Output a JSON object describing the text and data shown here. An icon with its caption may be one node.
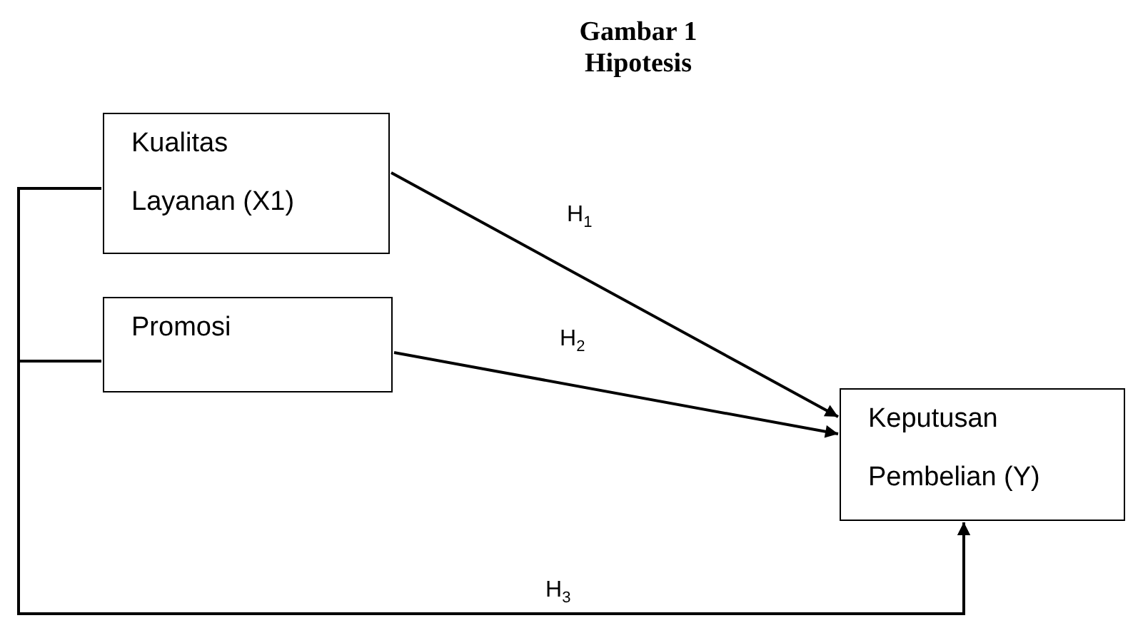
{
  "diagram": {
    "title": "Gambar 1 Hipotesis",
    "nodes": [
      {
        "text": [
          "Kualitas Layanan (X1)"
        ]
      },
      {
        "text": [
          "Promosi"
        ]
      },
      {
        "text": [
          "Keputusan Pembelian (Y)"
        ]
      }
    ],
    "edges": [
      {
        "from": 0,
        "to": 2,
        "arrow": "to",
        "label": "H$_{1}$"
      },
      {
        "from": 1,
        "to": 2,
        "arrow": "to",
        "label": "H$_{2}$"
      },
      {
        "from": 0,
        "to": 2,
        "arrow": "to",
        "label": "H$_{3}$"
      },
      {
        "from": 1,
        "to": 2,
        "arrow": "to"
      }
    ]
  }
}
